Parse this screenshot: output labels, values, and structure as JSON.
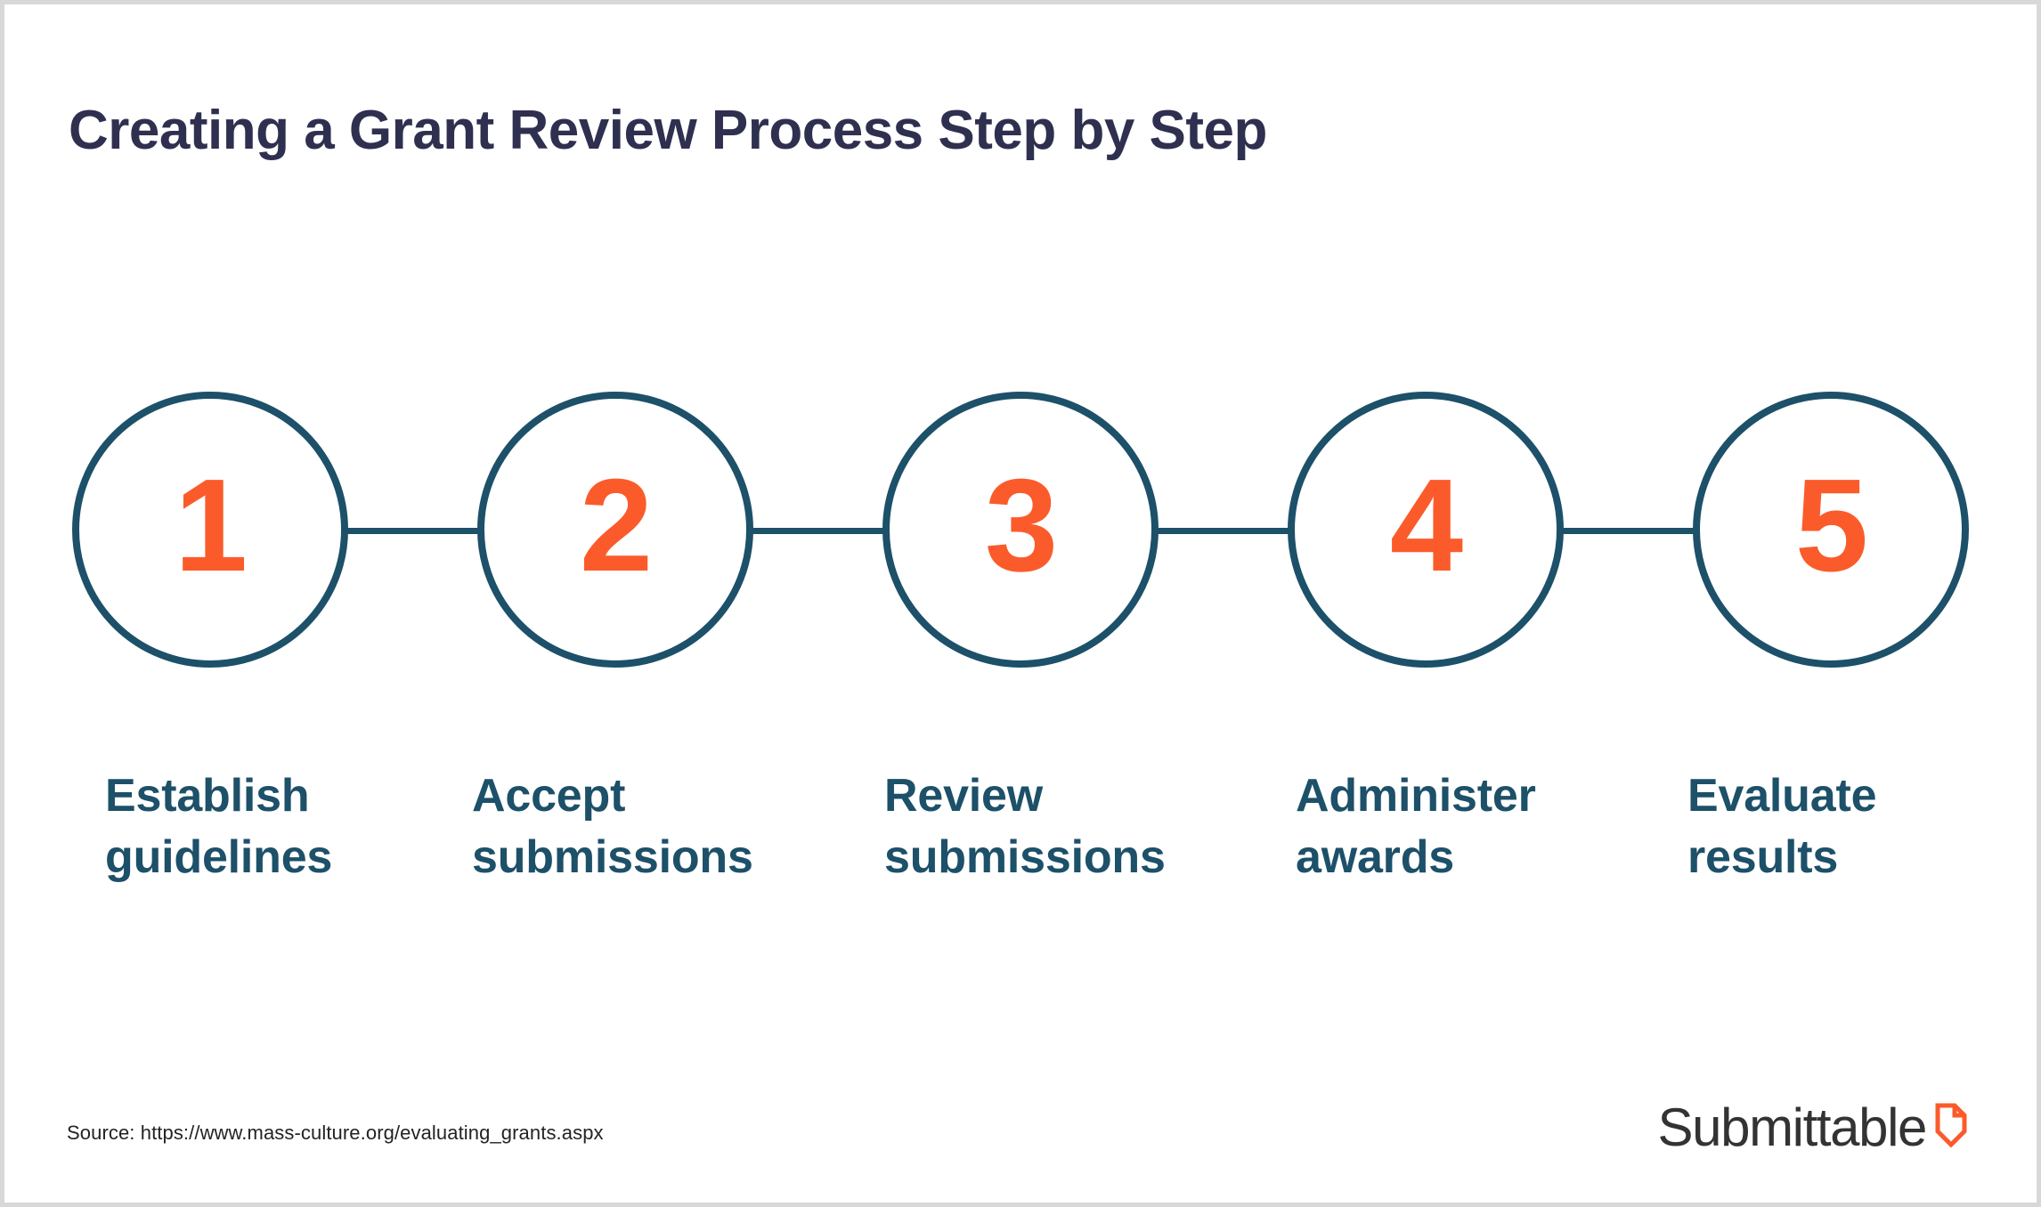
{
  "title": "Creating a Grant Review Process Step by Step",
  "colors": {
    "teal": "#1D5069",
    "orange": "#FB5B2B",
    "navy": "#2F3050",
    "logo_text": "#333333",
    "background": "#FFFFFF",
    "frame_border": "#D8D8D8"
  },
  "steps": [
    {
      "number": "1",
      "label_line1": "Establish",
      "label_line2": "guidelines"
    },
    {
      "number": "2",
      "label_line1": "Accept",
      "label_line2": "submissions"
    },
    {
      "number": "3",
      "label_line1": "Review",
      "label_line2": "submissions"
    },
    {
      "number": "4",
      "label_line1": "Administer",
      "label_line2": "awards"
    },
    {
      "number": "5",
      "label_line1": "Evaluate",
      "label_line2": "results"
    }
  ],
  "footer": {
    "source": "Source: https://www.mass-culture.org/evaluating_grants.aspx",
    "logo_text": "Submittable",
    "logo_icon": "submittable-page-mark-icon"
  }
}
